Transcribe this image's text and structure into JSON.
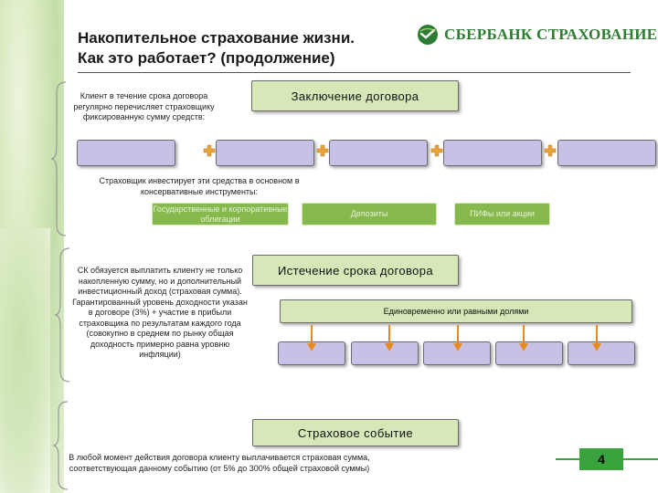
{
  "slide": {
    "title_line1": "Накопительное страхование жизни.",
    "title_line2": "Как это работает? (продолжение)",
    "logo_text": "СБЕРБАНК СТРАХОВАНИЕ",
    "page_number": "4"
  },
  "section1": {
    "description": "Клиент в течение срока договора регулярно перечисляет страховщику фиксированную сумму средств:",
    "header": "Заключение договора",
    "investment_text": "Страховщик инвестирует эти средства в основном в консервативные инструменты:",
    "instruments": [
      "Государственные и корпоративные облигации",
      "Депозиты",
      "ПИФы или акции"
    ]
  },
  "section2": {
    "description": "СК обязуется выплатить клиенту не только накопленную сумму, но и дополнительный инвестиционный доход (страховая сумма). Гарантированный уровень доходности указан в договоре (3%) + участие в прибыли страховщика по результатам каждого года (совокупно в среднем по рынку общая доходность примерно равна уровню инфляции)",
    "header": "Истечение срока договора",
    "payout_option": "Единовременно или равными долями"
  },
  "section3": {
    "header": "Страховое событие",
    "description": "В любой момент действия договора клиенту выплачивается страховая сумма, соответствующая данному событию (от 5% до 300% общей страховой суммы)"
  },
  "colors": {
    "brand_green": "#2e7d32",
    "box_green": "#d6e8b7",
    "box_purple": "#c9c0e6",
    "button_green": "#87b84d",
    "plus_orange": "#e8a23a",
    "arrow_orange": "#e58a1f",
    "page_badge": "#3aa33e"
  }
}
